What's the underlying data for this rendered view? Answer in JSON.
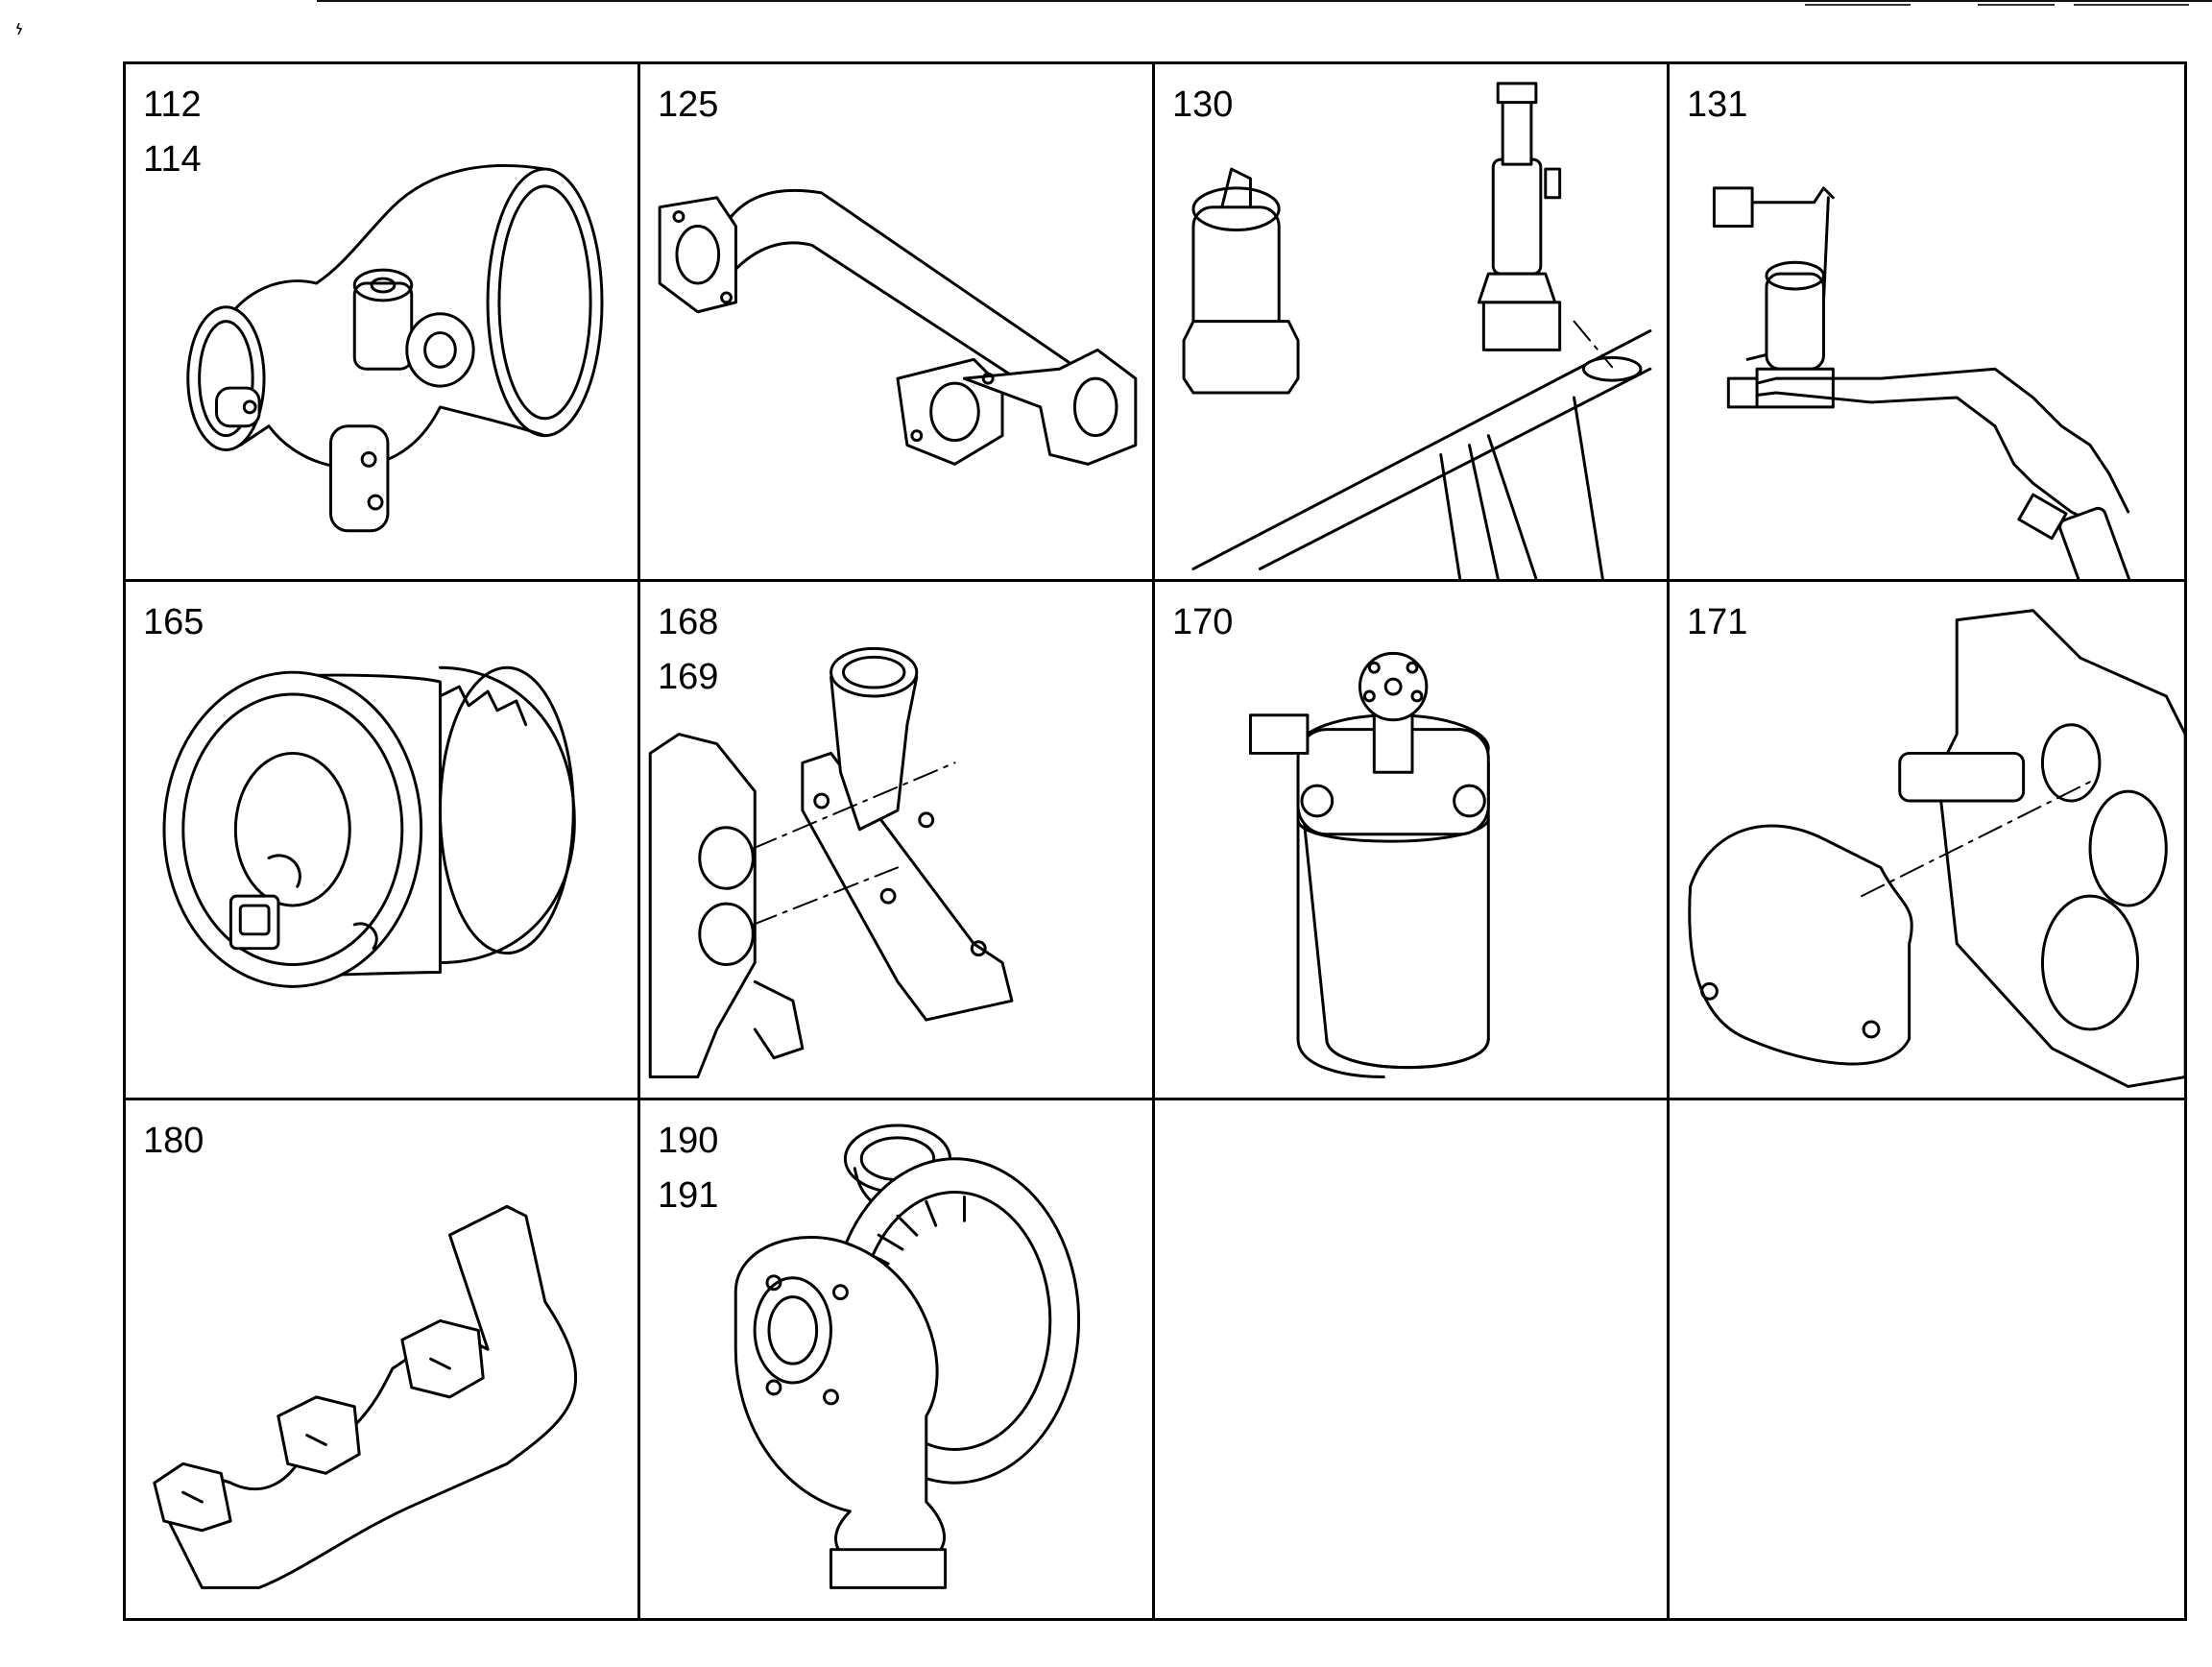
{
  "cells": [
    {
      "numbers": [
        "112",
        "114"
      ],
      "part_icon": "air-intake-elbow-icon"
    },
    {
      "numbers": [
        "125"
      ],
      "part_icon": "exhaust-pipe-icon"
    },
    {
      "numbers": [
        "130"
      ],
      "part_icon": "glow-plug-solenoid-icon"
    },
    {
      "numbers": [
        "131"
      ],
      "part_icon": "fuel-line-solenoid-icon"
    },
    {
      "numbers": [
        "165"
      ],
      "part_icon": "water-pump-pulley-icon"
    },
    {
      "numbers": [
        "168",
        "169"
      ],
      "part_icon": "thermostat-housing-icon"
    },
    {
      "numbers": [
        "170"
      ],
      "part_icon": "fuel-filter-icon"
    },
    {
      "numbers": [
        "171"
      ],
      "part_icon": "timing-cover-icon"
    },
    {
      "numbers": [
        "180"
      ],
      "part_icon": "exhaust-manifold-icon"
    },
    {
      "numbers": [
        "190",
        "191"
      ],
      "part_icon": "turbocharger-icon"
    },
    {
      "numbers": [],
      "part_icon": ""
    },
    {
      "numbers": [],
      "part_icon": ""
    }
  ]
}
